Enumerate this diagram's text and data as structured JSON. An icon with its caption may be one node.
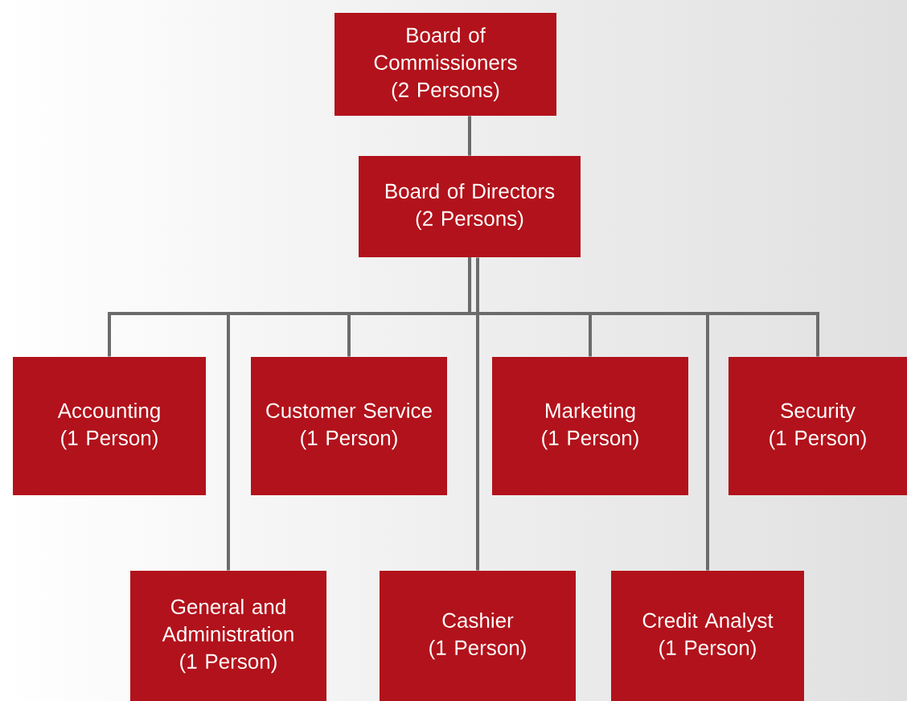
{
  "diagram": {
    "nodes": [
      {
        "text": [
          "Board of Commissioners",
          "(2 Persons)"
        ]
      },
      {
        "text": [
          "Board of Directors",
          "(2 Persons)"
        ]
      },
      {
        "text": [
          "Accounting",
          "(1 Person)"
        ]
      },
      {
        "text": [
          "Customer Service",
          "(1 Person)"
        ]
      },
      {
        "text": [
          "Marketing",
          "(1 Person)"
        ]
      },
      {
        "text": [
          "Security",
          "(1 Person)"
        ]
      },
      {
        "text": [
          "General and Administration",
          "(1 Person)"
        ]
      },
      {
        "text": [
          "Cashier",
          "(1 Person)"
        ]
      },
      {
        "text": [
          "Credit Analyst",
          "(1 Person)"
        ]
      }
    ],
    "edges": [
      {
        "from": 0,
        "to": 1,
        "arrow": "none"
      },
      {
        "from": 1,
        "to": 2,
        "arrow": "none"
      },
      {
        "from": 1,
        "to": 6,
        "arrow": "none"
      },
      {
        "from": 1,
        "to": 3,
        "arrow": "none"
      },
      {
        "from": 1,
        "to": 7,
        "arrow": "none"
      },
      {
        "from": 1,
        "to": 4,
        "arrow": "none"
      },
      {
        "from": 1,
        "to": 8,
        "arrow": "none"
      },
      {
        "from": 1,
        "to": 5,
        "arrow": "none"
      }
    ]
  }
}
